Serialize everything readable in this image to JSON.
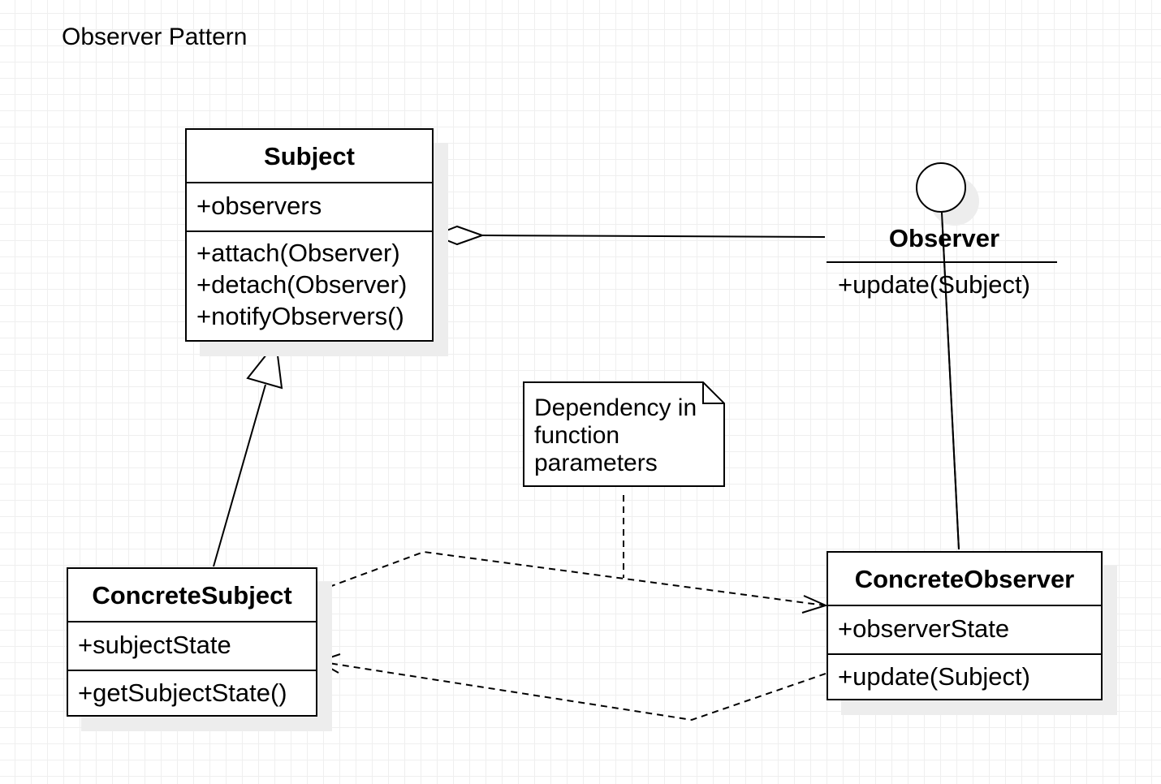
{
  "title": "Observer Pattern",
  "subject": {
    "name": "Subject",
    "attributes": [
      "+observers"
    ],
    "operations": [
      "+attach(Observer)",
      "+detach(Observer)",
      "+notifyObservers()"
    ]
  },
  "observer": {
    "name": "Observer",
    "operations": [
      "+update(Subject)"
    ]
  },
  "concrete_subject": {
    "name": "ConcreteSubject",
    "attributes": [
      "+subjectState"
    ],
    "operations": [
      "+getSubjectState()"
    ]
  },
  "concrete_observer": {
    "name": "ConcreteObserver",
    "attributes": [
      "+observerState"
    ],
    "operations": [
      "+update(Subject)"
    ]
  },
  "note": {
    "lines": [
      "Dependency in",
      "function",
      "parameters"
    ]
  }
}
